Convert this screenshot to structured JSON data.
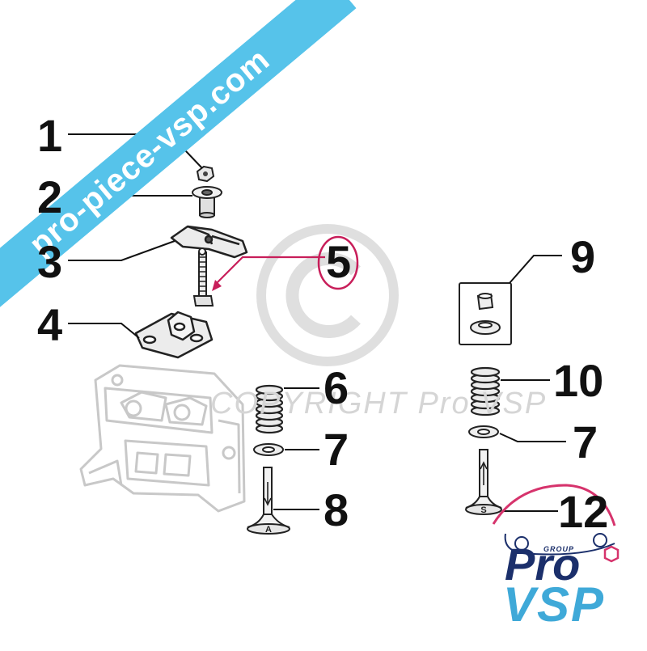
{
  "banner": {
    "text": "pro-piece-vsp.com",
    "color": "#56c3ea"
  },
  "watermark": {
    "text": "COPYRIGHT Pro VSP",
    "symbol": "©"
  },
  "callouts": [
    {
      "id": "1",
      "label": "1"
    },
    {
      "id": "2",
      "label": "2"
    },
    {
      "id": "3",
      "label": "3"
    },
    {
      "id": "4",
      "label": "4"
    },
    {
      "id": "5",
      "label": "5",
      "highlight_color": "#c81e5a"
    },
    {
      "id": "6",
      "label": "6"
    },
    {
      "id": "7a",
      "label": "7"
    },
    {
      "id": "8",
      "label": "8"
    },
    {
      "id": "9",
      "label": "9"
    },
    {
      "id": "10",
      "label": "10"
    },
    {
      "id": "7b",
      "label": "7"
    },
    {
      "id": "12",
      "label": "12"
    }
  ],
  "valve_marks": {
    "exhaust": "A",
    "intake": "S"
  },
  "logo": {
    "group": "GROUP",
    "pro": "Pro",
    "vsp": "VSP",
    "colors": {
      "dark": "#1b2f6b",
      "light": "#3fa9d8",
      "accent": "#d6336c"
    }
  }
}
